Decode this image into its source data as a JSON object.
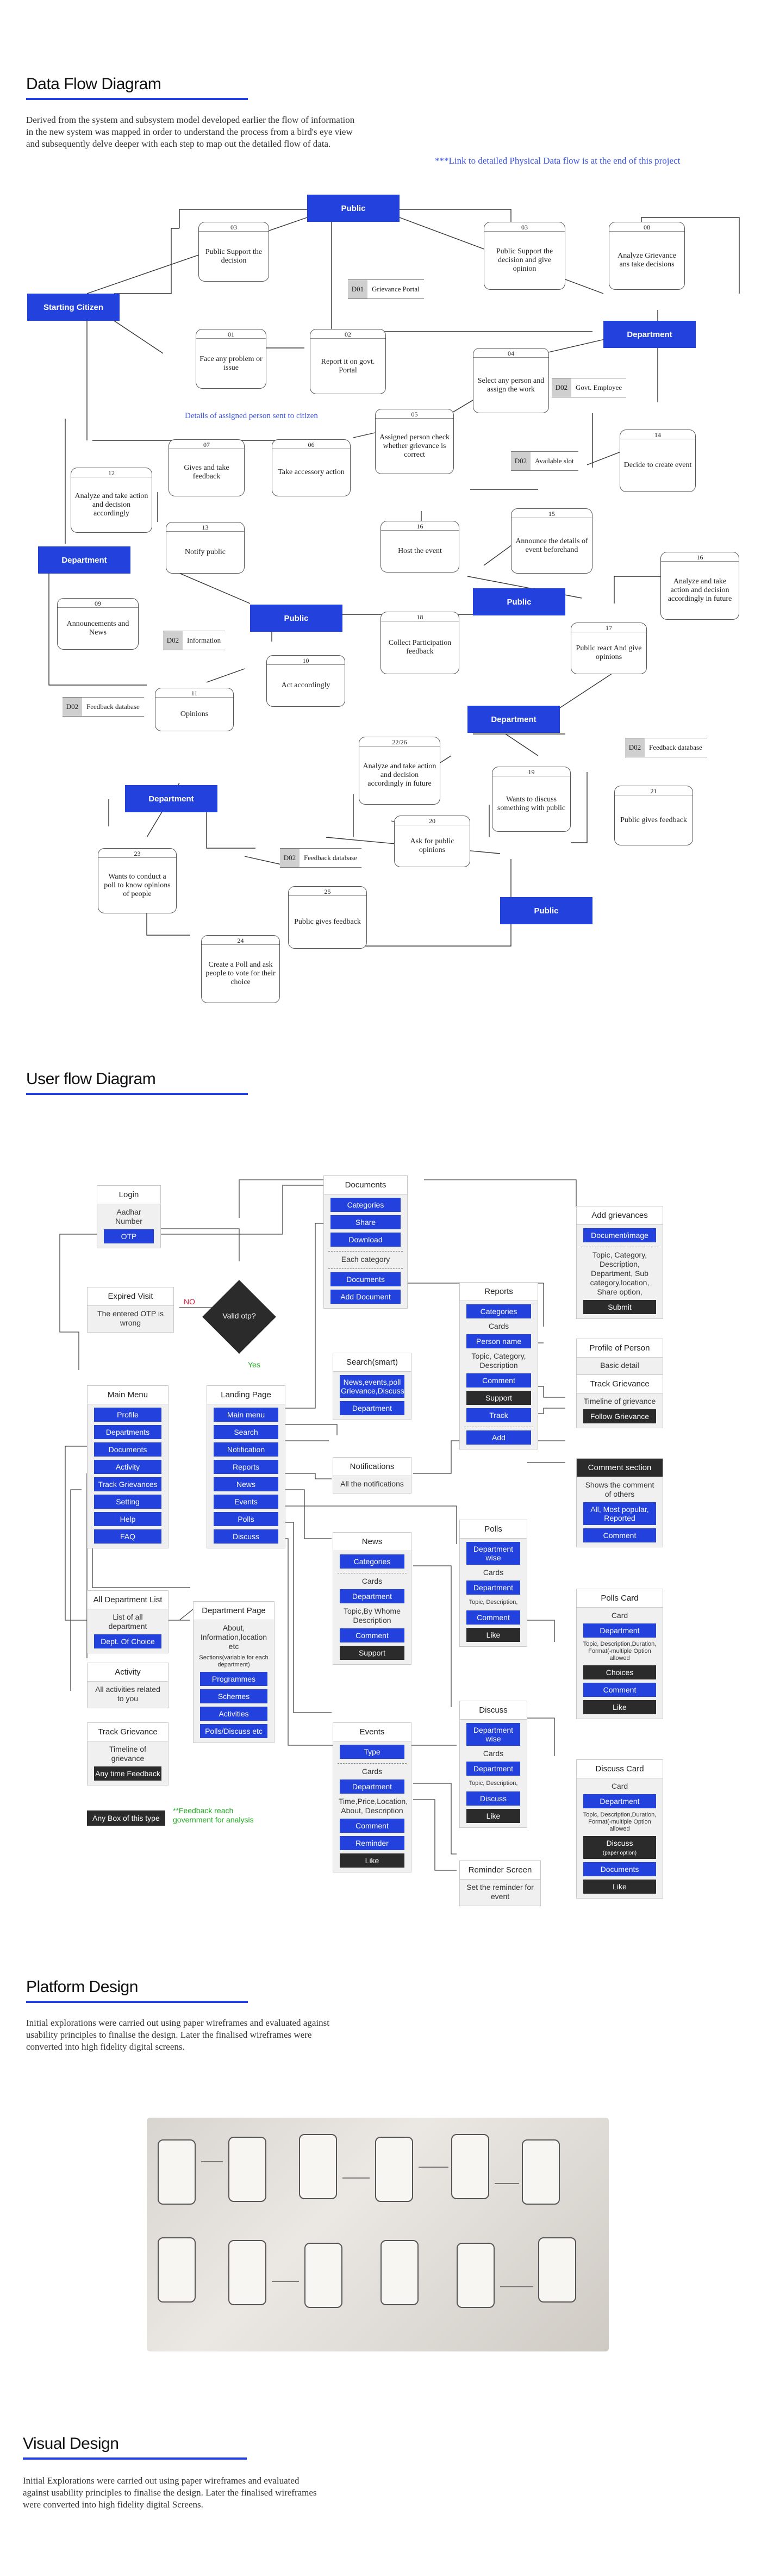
{
  "sections": {
    "dfd": {
      "title": "Data Flow Diagram",
      "intro": "Derived from the system and subsystem model developed earlier the flow of information in the new system was mapped in order to understand the process from a bird's eye view and subsequently delve deeper with each step to map out the detailed flow of data.",
      "link": "***Link to detailed Physical Data flow is at the end of this project"
    },
    "userflow": {
      "title": "User flow Diagram"
    },
    "platform": {
      "title": "Platform Design",
      "intro": "Initial explorations were carried out using paper wireframes and evaluated against usability principles to finalise the design. Later the finalised wireframes were converted into high fidelity digital screens."
    },
    "visual": {
      "title": "Visual Design",
      "intro": "Initial Explorations were carried out using paper wireframes and evaluated against usability principles to finalise the design. Later the finalised wireframes were converted into high fidelity digital Screens."
    }
  },
  "dfd": {
    "entities": {
      "public1": "Public",
      "starting_citizen": "Starting Citizen",
      "department1": "Department",
      "department2": "Department",
      "public2": "Public",
      "public3": "Public",
      "department3": "Department",
      "department4": "Department",
      "public4": "Public"
    },
    "processes": {
      "p03a": {
        "num": "03",
        "text": "Public Support the decision"
      },
      "p03b": {
        "num": "03",
        "text": "Public Support the decision and give opinion"
      },
      "p08": {
        "num": "08",
        "text": "Analyze Grievance ans take decisions"
      },
      "p01": {
        "num": "01",
        "text": "Face any problem or issue"
      },
      "p02": {
        "num": "02",
        "text": "Report it on govt. Portal"
      },
      "p04": {
        "num": "04",
        "text": "Select any person and assign the work"
      },
      "p05": {
        "num": "05",
        "text": "Assigned person check whether grievance is correct"
      },
      "p06": {
        "num": "06",
        "text": "Take accessory action"
      },
      "p07": {
        "num": "07",
        "text": "Gives and take feedback"
      },
      "p14": {
        "num": "14",
        "text": "Decide to create event"
      },
      "p15": {
        "num": "15",
        "text": "Announce the details of event beforehand"
      },
      "p16": {
        "num": "16",
        "text": "Host the event"
      },
      "p12": {
        "num": "12",
        "text": "Analyze and take action and decision accordingly"
      },
      "p13": {
        "num": "13",
        "text": "Notify public"
      },
      "p09": {
        "num": "09",
        "text": "Announcements and News"
      },
      "p10": {
        "num": "10",
        "text": "Act accordingly"
      },
      "p11": {
        "num": "11",
        "text": "Opinions"
      },
      "p18": {
        "num": "18",
        "text": "Collect Participation feedback"
      },
      "p17": {
        "num": "17",
        "text": "Public react And give opinions"
      },
      "p16b": {
        "num": "16",
        "text": "Analyze and take action and decision accordingly in future"
      },
      "p2226": {
        "num": "22/26",
        "text": "Analyze and take action and decision accordingly in future"
      },
      "p19": {
        "num": "19",
        "text": "Wants to discuss something with public"
      },
      "p20": {
        "num": "20",
        "text": "Ask for public opinions"
      },
      "p21": {
        "num": "21",
        "text": "Public gives feedback"
      },
      "p23": {
        "num": "23",
        "text": "Wants to conduct a poll to know opinions of people"
      },
      "p25": {
        "num": "25",
        "text": "Public gives feedback"
      },
      "p24": {
        "num": "24",
        "text": "Create a Poll and ask people to vote for their choice"
      }
    },
    "stores": {
      "s1": {
        "id": "D01",
        "name": "Grievance Portal"
      },
      "s2": {
        "id": "D02",
        "name": "Govt. Employee"
      },
      "s3": {
        "id": "D02",
        "name": "Available slot"
      },
      "s4": {
        "id": "D02",
        "name": "Information"
      },
      "s5": {
        "id": "D02",
        "name": "Feedback database"
      },
      "s6": {
        "id": "D02",
        "name": "Feedback database"
      },
      "s7": {
        "id": "D02",
        "name": "Feedback database"
      }
    },
    "note_assigned": "Details of assigned person sent to citizen"
  },
  "userflow": {
    "login": {
      "title": "Login",
      "field": "Aadhar Number",
      "button": "OTP"
    },
    "valid": {
      "label": "Valid otp?",
      "no": "NO",
      "yes": "Yes"
    },
    "expired": {
      "title": "Expired Visit",
      "text": "The entered OTP is wrong"
    },
    "documents": {
      "title": "Documents",
      "buttons": [
        "Categories",
        "Share",
        "Download"
      ],
      "each": "Each category",
      "buttons2": [
        "Documents",
        "Add Document"
      ]
    },
    "add_grievances": {
      "title": "Add grievances",
      "button": "Document/image",
      "text": "Topic, Category, Description, Department, Sub category,location, Share option,",
      "submit": "Submit"
    },
    "reports": {
      "title": "Reports",
      "categories": "Categories",
      "cards": "Cards",
      "person": "Person name",
      "text": "Topic, Category, Description",
      "buttons": [
        "Comment",
        "Support",
        "Track"
      ],
      "add": "Add"
    },
    "profile_person": {
      "title": "Profile of Person",
      "text": "Basic detail"
    },
    "track_grievance": {
      "title": "Track Grievance",
      "text": "Timeline of grievance",
      "button": "Follow Grievance"
    },
    "comment_section": {
      "title": "Comment section",
      "text": "Shows the comment of others",
      "filter": "All, Most popular, Reported",
      "button": "Comment"
    },
    "main_menu": {
      "title": "Main Menu",
      "items": [
        "Profile",
        "Departments",
        "Documents",
        "Activity",
        "Track Grievances",
        "Setting",
        "Help",
        "FAQ"
      ]
    },
    "landing": {
      "title": "Landing Page",
      "items": [
        "Main menu",
        "Search",
        "Notification",
        "Reports",
        "News",
        "Events",
        "Polls",
        "Discuss"
      ]
    },
    "search": {
      "title": "Search(smart)",
      "text": "News,events,poll Grievance,Discuss",
      "button": "Department"
    },
    "notifications": {
      "title": "Notifications",
      "text": "All the notifications"
    },
    "news": {
      "title": "News",
      "categories": "Categories",
      "cards": "Cards",
      "department": "Department",
      "text": "Topic,By Whome Description",
      "comment": "Comment",
      "support": "Support"
    },
    "polls": {
      "title": "Polls",
      "dept": "Department wise",
      "cards": "Cards",
      "department": "Department",
      "text": "Topic, Description,",
      "comment": "Comment",
      "like": "Like"
    },
    "polls_card": {
      "title": "Polls Card",
      "card": "Card",
      "department": "Department",
      "text": "Topic, Description,Duration, Format(-multiple Option allowed",
      "choices": "Choices",
      "comment": "Comment",
      "like": "Like"
    },
    "all_department": {
      "title": "All Department List",
      "text": "List of all department",
      "button": "Dept. Of Choice"
    },
    "department_page": {
      "title": "Department Page",
      "text": "About, Information,location etc",
      "sub": "Sections(variable for each department)",
      "items": [
        "Programmes",
        "Schemes",
        "Activities",
        "Polls/Discuss etc"
      ]
    },
    "activity": {
      "title": "Activity",
      "text": "All activities related to you"
    },
    "track_grievance2": {
      "title": "Track Grievance",
      "text": "Timeline of grievance",
      "button": "Any time Feedback"
    },
    "box_type": "Any Box of this type",
    "feedback_note": "**Feedback reach government for analysis",
    "discuss": {
      "title": "Discuss",
      "dept": "Department wise",
      "cards": "Cards",
      "department": "Department",
      "text": "Topic, Description,",
      "discuss": "Discuss",
      "like": "Like"
    },
    "discuss_card": {
      "title": "Discuss Card",
      "card": "Card",
      "department": "Department",
      "text": "Topic, Description,Duration, Format(-multiple Option allowed",
      "discuss": "Discuss",
      "discuss_sub": "(paper option)",
      "documents": "Documents",
      "like": "Like"
    },
    "events": {
      "title": "Events",
      "type": "Type",
      "cards": "Cards",
      "department": "Department",
      "text": "Time,Price,Location, About, Description",
      "buttons": [
        "Comment",
        "Reminder",
        "Like"
      ]
    },
    "reminder": {
      "title": "Reminder Screen",
      "text": "Set the reminder for event"
    }
  },
  "colors": {
    "accent": "#2341dd",
    "dark": "#2b2b2b",
    "link": "#3a55e6",
    "yes": "#22aa22",
    "no": "#dd2244"
  }
}
